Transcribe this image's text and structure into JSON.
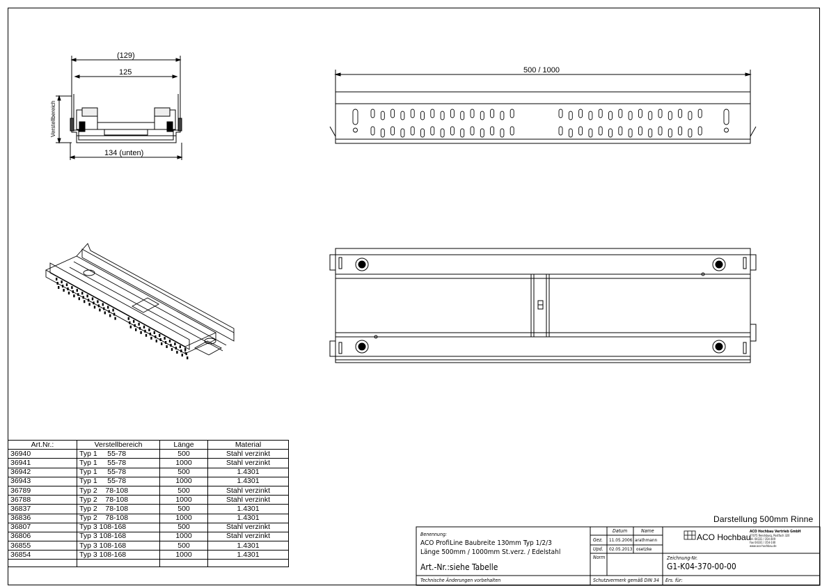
{
  "dimensions": {
    "top_width_paren": "(129)",
    "inner_width": "125",
    "bottom_width": "134 (unten)",
    "adjust_label": "Verstellbereich",
    "length": "500 / 1000"
  },
  "table": {
    "headers": [
      "Art.Nr.:",
      "Verstellbereich",
      "Länge",
      "Material"
    ],
    "rows": [
      [
        "36940",
        "Typ 1     55-78",
        "500",
        "Stahl verzinkt"
      ],
      [
        "36941",
        "Typ 1     55-78",
        "1000",
        "Stahl verzinkt"
      ],
      [
        "36942",
        "Typ 1     55-78",
        "500",
        "1.4301"
      ],
      [
        "36943",
        "Typ 1     55-78",
        "1000",
        "1.4301"
      ],
      [
        "36789",
        "Typ 2    78-108",
        "500",
        "Stahl verzinkt"
      ],
      [
        "36788",
        "Typ 2    78-108",
        "1000",
        "Stahl verzinkt"
      ],
      [
        "36837",
        "Typ 2    78-108",
        "500",
        "1.4301"
      ],
      [
        "36836",
        "Typ 2    78-108",
        "1000",
        "1.4301"
      ],
      [
        "36807",
        "Typ 3 108-168",
        "500",
        "Stahl verzinkt"
      ],
      [
        "36806",
        "Typ 3 108-168",
        "1000",
        "Stahl verzinkt"
      ],
      [
        "36855",
        "Typ 3 108-168",
        "500",
        "1.4301"
      ],
      [
        "36854",
        "Typ 3 108-168",
        "1000",
        "1.4301"
      ]
    ]
  },
  "note": "Darstellung 500mm Rinne",
  "title_block": {
    "benennung_label": "Benennung:",
    "line1": "ACO ProfiLine Baubreite 130mm Typ 1/2/3",
    "line2": "Länge 500mm / 1000mm St.verz. / Edelstahl",
    "art_nr": "Art.-Nr.:siehe Tabelle",
    "changes_note": "Technische Änderungen vorbehalten",
    "col_datum": "Datum",
    "col_name": "Name",
    "row_gez": "Gez.",
    "row_upd": "Upd.",
    "row_norm": "Norm",
    "gez_date": "11.05.2006",
    "gez_name": "arathmann",
    "upd_date": "02.05.2013",
    "upd_name": "osetzke",
    "schutz": "Schutzvermerk gemäß DIN 34",
    "company_logo": "ACO Hochbau",
    "company_name": "ACO Hochbau Vertrieb GmbH",
    "company_addr1": "37075 Rendsburg, Postfach 320",
    "company_addr2": "Tel. 04331 / 354-449",
    "company_addr3": "Fax 04331 / 354-140",
    "company_web": "www.aco-hochbau.de",
    "zeichnung_label": "Zeichnung-Nr.",
    "zeichnung_nr": "G1-K04-370-00-00",
    "ers_label": "Ers. für:"
  }
}
